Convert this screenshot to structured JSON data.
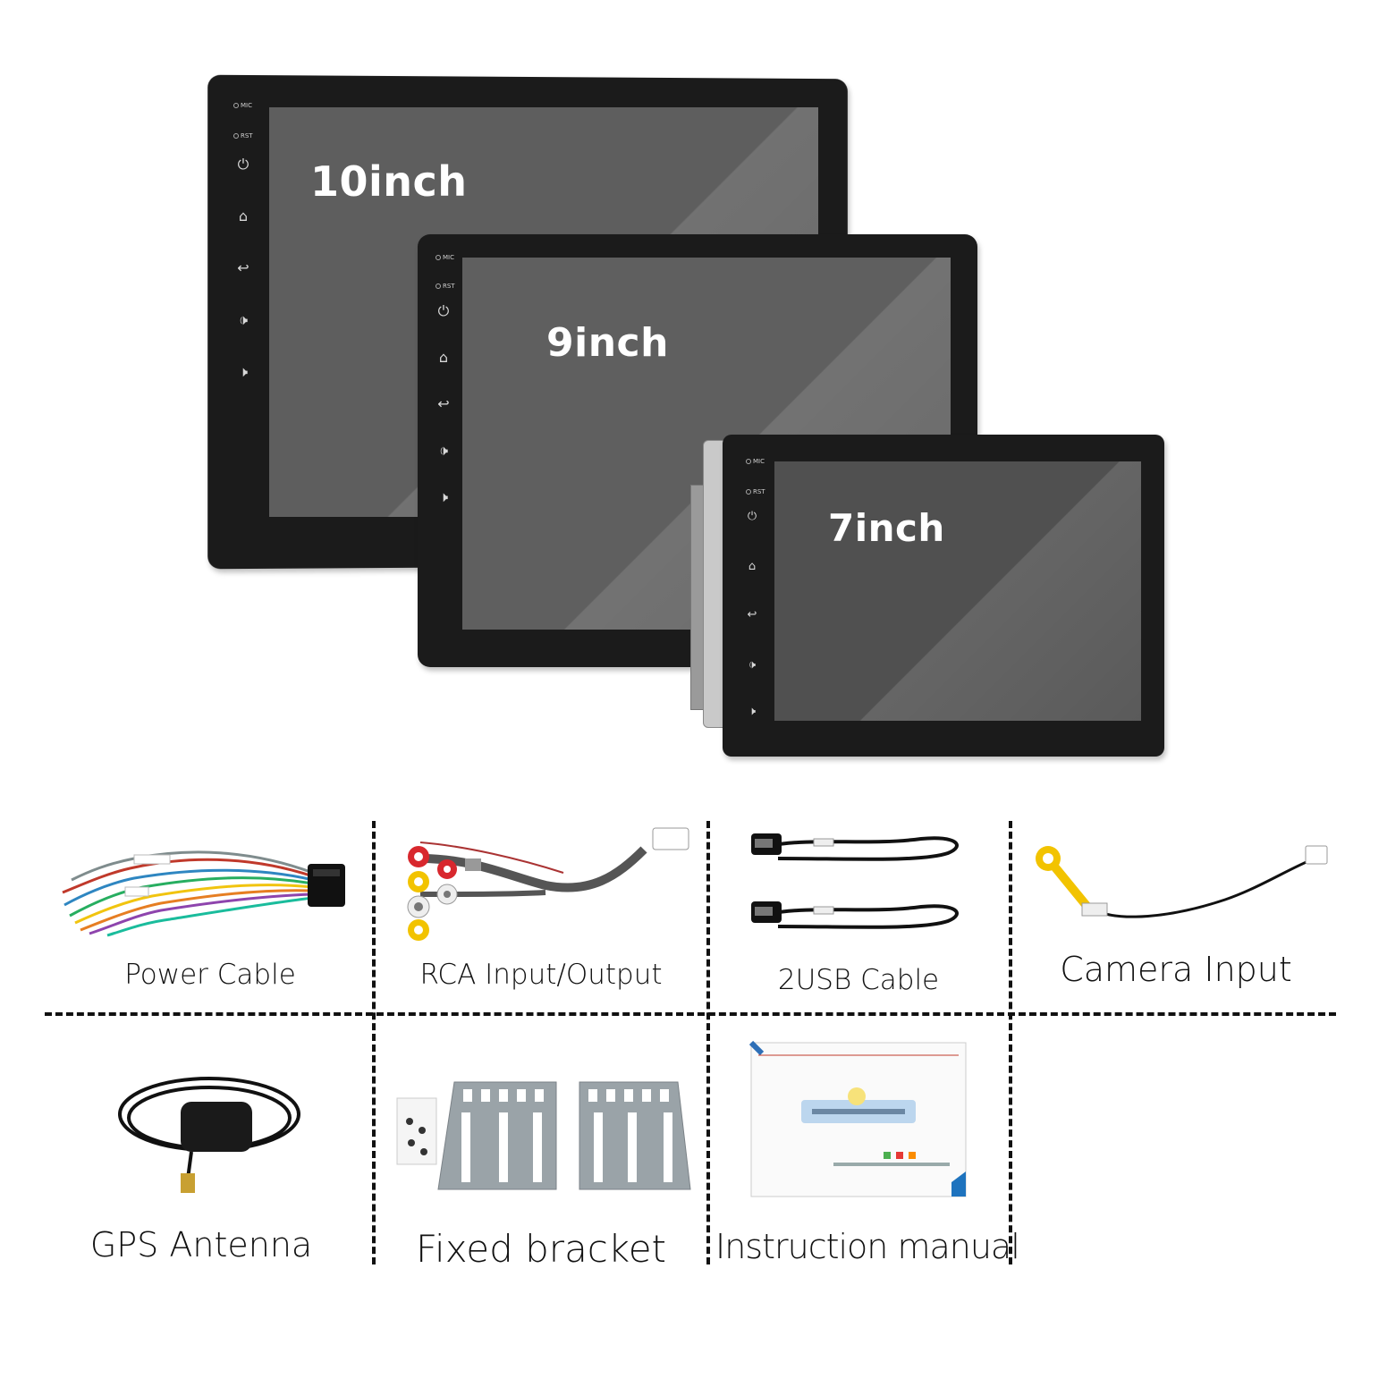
{
  "screens": {
    "ten": {
      "label": "10inch"
    },
    "nine": {
      "label": "9inch"
    },
    "seven": {
      "label": "7inch"
    }
  },
  "side_buttons": {
    "mic": "MIC",
    "rst": "RST"
  },
  "accessories": {
    "power_cable": "Power Cable",
    "rca": "RCA Input/Output",
    "usb": "2USB  Cable",
    "camera": "Camera  Input",
    "gps": "GPS  Antenna",
    "bracket": "Fixed bracket",
    "manual": "Instruction manual"
  },
  "colors": {
    "bezel": "#1b1b1b",
    "screen": "#5f5f5f",
    "rca_red": "#d8282e",
    "rca_yellow": "#f2c300",
    "rca_white": "#eeeeee"
  }
}
